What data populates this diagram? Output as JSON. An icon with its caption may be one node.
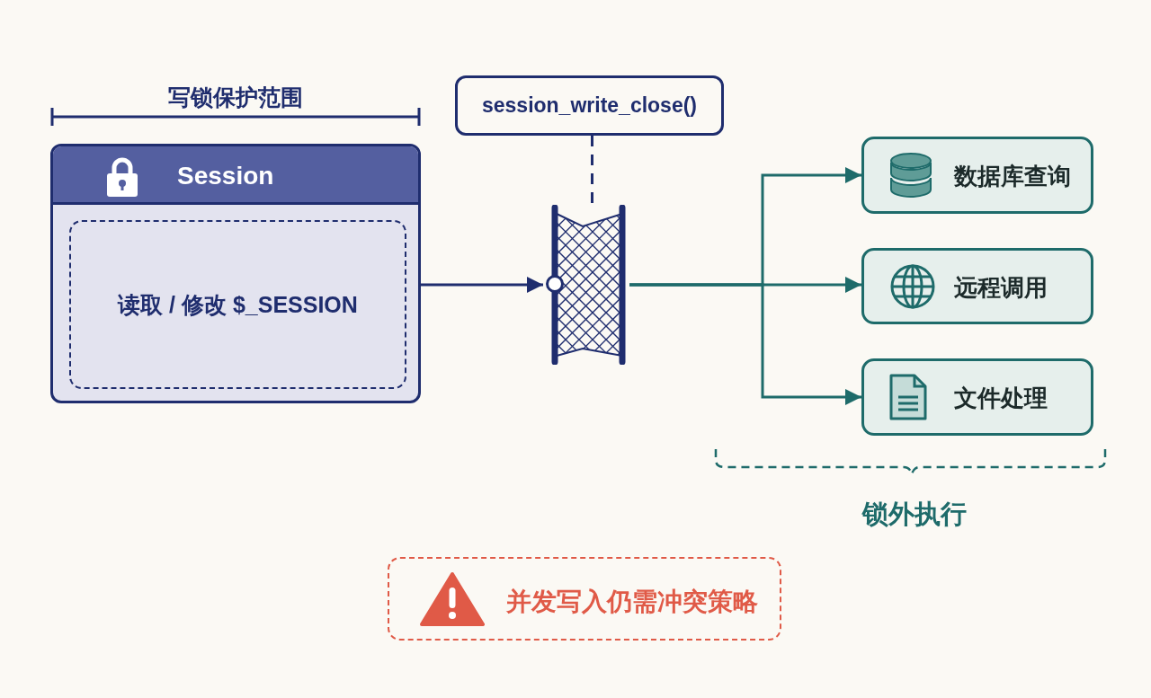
{
  "diagram": {
    "nodes": [
      {
        "text": [
          "Session"
        ]
      },
      {
        "text": [
          "读取 / 修改 $_SESSION"
        ],
        "in": 0
      },
      {
        "text": [
          "session_write_close()"
        ]
      },
      {
        "text": [],
        "shape": "bar"
      },
      {
        "text": [
          "数据库查询"
        ]
      },
      {
        "text": [
          "远程调用"
        ]
      },
      {
        "text": [
          "文件处理"
        ]
      },
      {
        "text": [
          "并发写入仍需冲突策略"
        ]
      }
    ],
    "edges": [
      {
        "from": 0,
        "to": 3,
        "arrow": "to",
        "color": "#1f2d6e"
      },
      {
        "from": 2,
        "to": 3,
        "arrow": "none",
        "style": "dashed",
        "color": "#1f2d6e"
      },
      {
        "from": 3,
        "to": 4,
        "arrow": "to"
      },
      {
        "from": 3,
        "to": 5,
        "arrow": "to"
      },
      {
        "from": 3,
        "to": 6,
        "arrow": "to"
      }
    ],
    "labels": [
      "写锁保护范围",
      "锁外执行"
    ]
  }
}
